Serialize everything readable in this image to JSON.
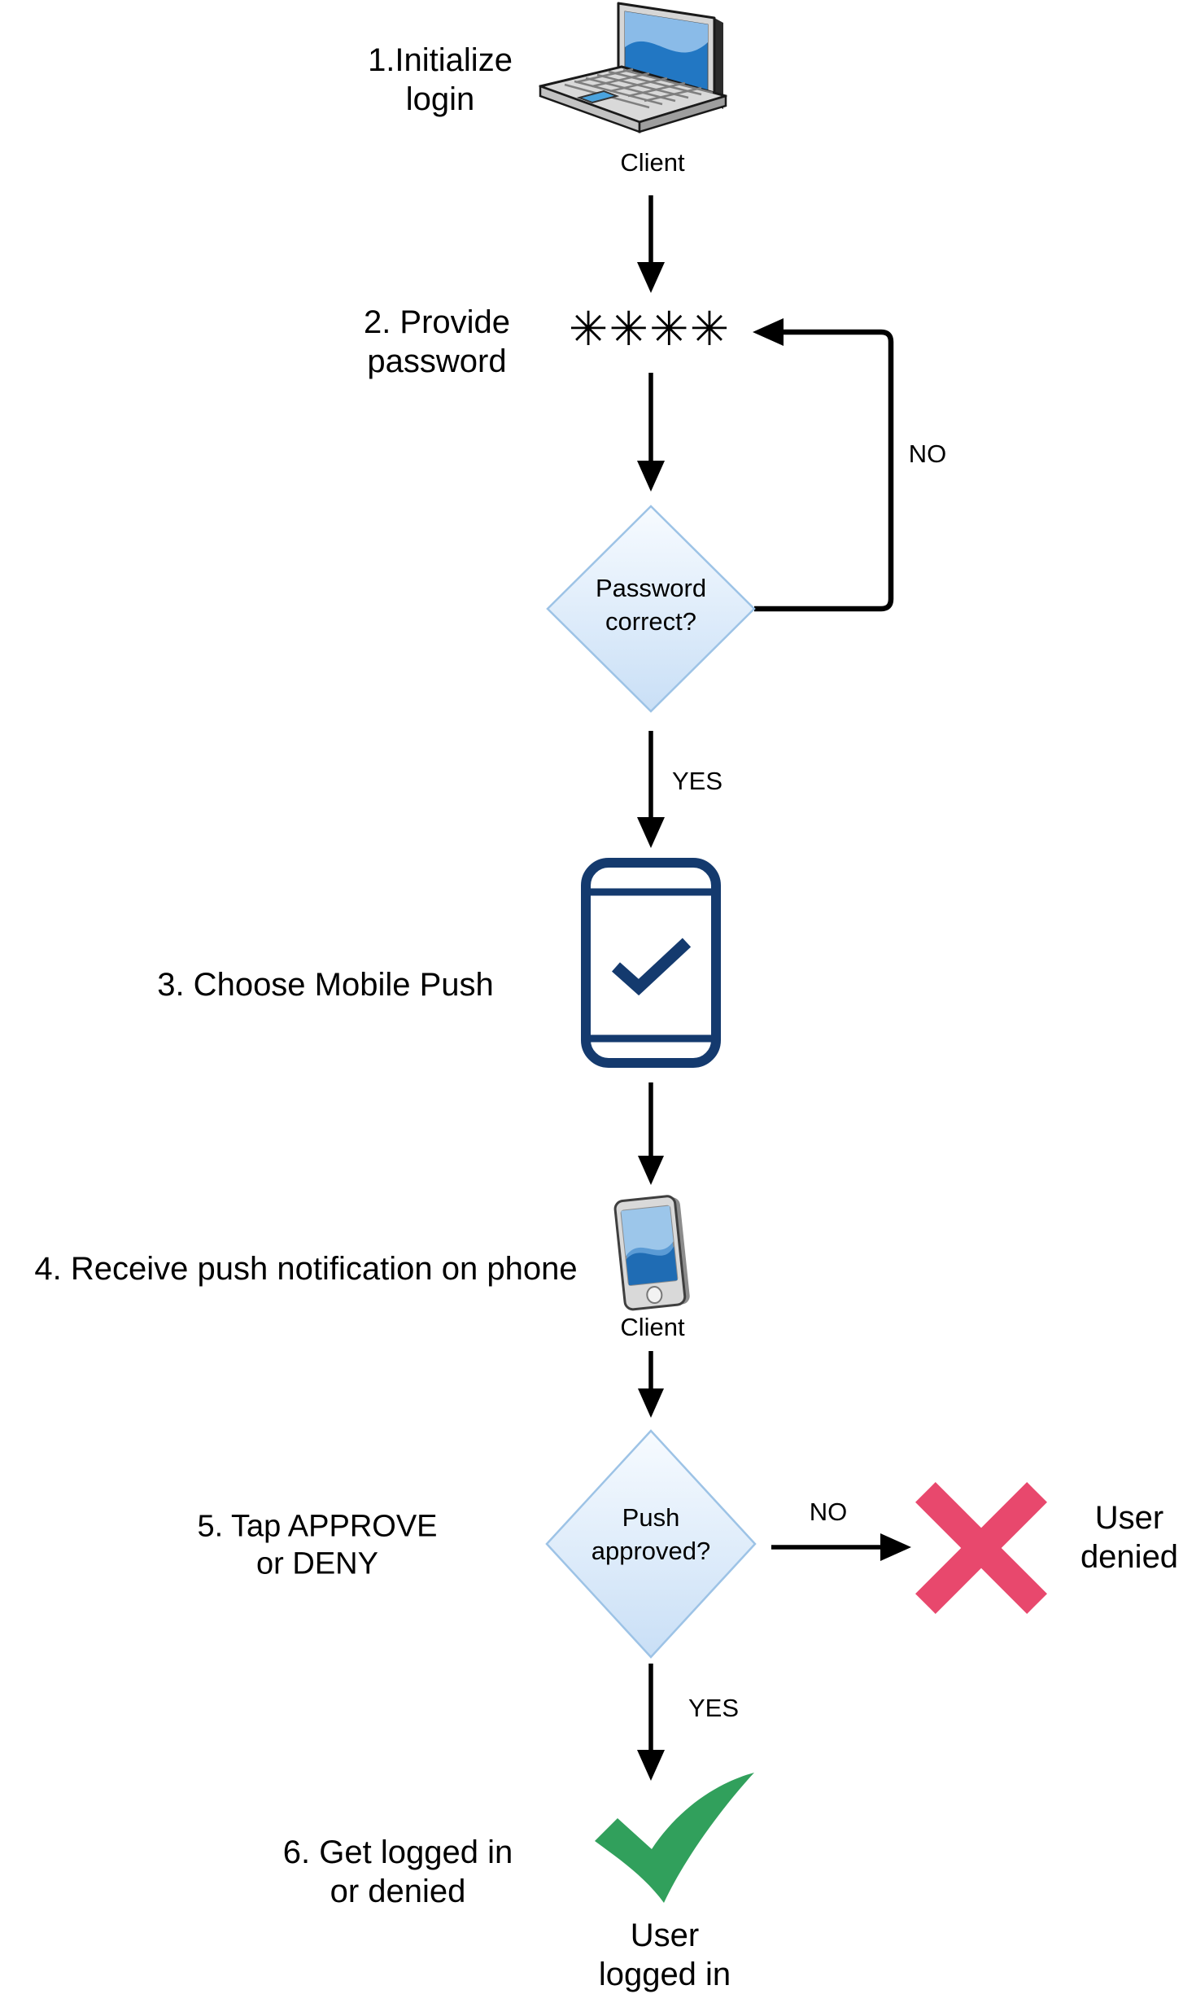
{
  "colors": {
    "flow_line": "#000000",
    "text": "#000000",
    "diamond_border": "#9dc3e6",
    "diamond_fill_top": "#f7fbff",
    "diamond_fill_bottom": "#c9dff6",
    "navy": "#143a6e",
    "success_green": "#31a05c",
    "denied_red": "#e8486d",
    "device_gray": "#d9d9d9",
    "screen_blue": "#2277c3",
    "screen_blue_light": "#8abbe8"
  },
  "steps": {
    "step1": "1.Initialize\nlogin",
    "step2": "2. Provide\npassword",
    "step3": "3. Choose Mobile Push",
    "step4": "4. Receive push notification on phone",
    "step5": "5. Tap APPROVE\nor DENY",
    "step6": "6. Get logged in\nor denied"
  },
  "labels": {
    "client_top": "Client",
    "client_middle": "Client",
    "password_mask": "✳✳✳✳",
    "user_denied": "User\ndenied",
    "user_logged_in": "User\nlogged in"
  },
  "decisions": {
    "password_correct": "Password\ncorrect?",
    "push_approved": "Push\napproved?"
  },
  "edges": {
    "no_password": "NO",
    "yes_password": "YES",
    "no_push": "NO",
    "yes_push": "YES"
  },
  "icons": {
    "laptop": "laptop-client-icon",
    "mobile_push": "mobile-push-check-icon",
    "smartphone": "smartphone-client-icon",
    "denied": "x-cross-icon",
    "approved": "check-mark-icon"
  }
}
